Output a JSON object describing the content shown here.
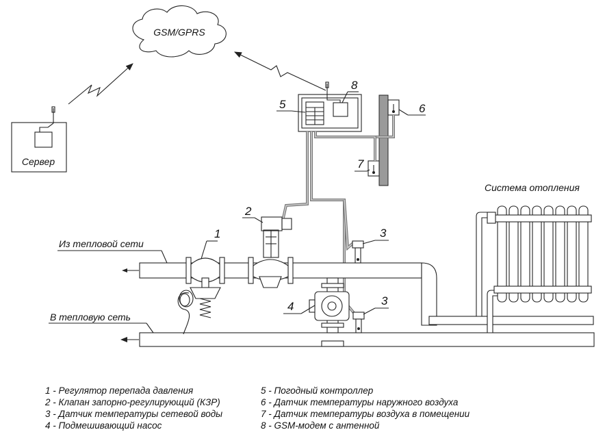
{
  "cloud_label": "GSM/GPRS",
  "server_label": "Сервер",
  "heating_system_label": "Система отопления",
  "from_network_label": "Из тепловой сети",
  "to_network_label": "В тепловую сеть",
  "callouts": {
    "regulator": "1",
    "valve": "2",
    "sensor_upper": "3",
    "sensor_lower": "3",
    "pump": "4",
    "controller": "5",
    "outdoor_sensor": "6",
    "indoor_sensor": "7",
    "modem": "8"
  },
  "legend": {
    "left": [
      "1 - Регулятор перепада давления",
      "2 - Клапан запорно-регулирующий (КЗР)",
      "3 - Датчик температуры сетевой воды",
      "4 - Подмешивающий насос"
    ],
    "right": [
      "5 - Погодный контроллер",
      "6 - Датчик температуры наружного воздуха",
      "7 - Датчик температуры воздуха в помещении",
      "8 - GSM-модем с антенной"
    ]
  }
}
